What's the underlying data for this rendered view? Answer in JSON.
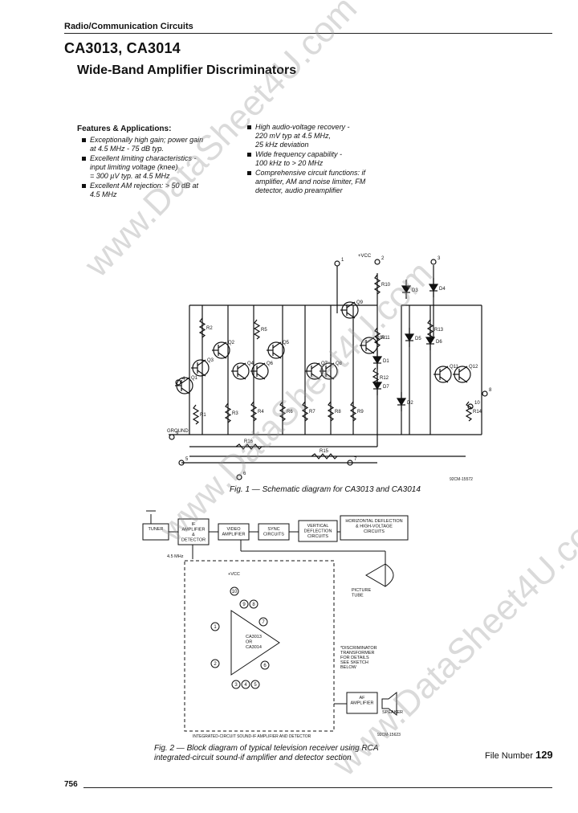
{
  "header": {
    "section": "Radio/Communication Circuits",
    "part_numbers": "CA3013, CA3014",
    "subtitle": "Wide-Band Amplifier Discriminators"
  },
  "features": {
    "heading": "Features & Applications:",
    "left": [
      "Exceptionally high gain; power gain\nat 4.5 MHz - 75 dB typ.",
      "Excellent limiting characteristics -\ninput limiting voltage (knee)\n= 300 µV typ. at 4.5 MHz",
      "Excellent AM rejection: > 50 dB at\n4.5 MHz"
    ],
    "right": [
      "High audio-voltage recovery -\n220 mV typ at 4.5 MHz,\n25 kHz deviation",
      "Wide frequency capability -\n100 kHz to > 20 MHz",
      "Comprehensive circuit functions: if\namplifier, AM and noise limiter, FM\ndetector, audio preamplifier"
    ]
  },
  "fig1": {
    "caption": "Fig. 1 — Schematic diagram for CA3013 and CA3014",
    "vcc": "+VCC",
    "ground": "GROUND",
    "code": "92CM-15572",
    "pins": [
      "1",
      "2",
      "3",
      "4",
      "5",
      "6",
      "7",
      "8",
      "9",
      "10"
    ],
    "transistors": [
      "Q1",
      "Q2",
      "Q3",
      "Q4",
      "Q5",
      "Q6",
      "Q7",
      "Q8",
      "Q9",
      "Q10",
      "Q11",
      "Q12"
    ],
    "resistors": [
      "R1",
      "R2",
      "R3",
      "R4",
      "R5",
      "R6",
      "R7",
      "R8",
      "R9",
      "R10",
      "R11",
      "R12",
      "R13",
      "R14",
      "R15",
      "R16"
    ],
    "diodes": [
      "D1",
      "D2",
      "D3",
      "D4",
      "D5",
      "D6",
      "D7"
    ]
  },
  "fig2": {
    "caption": "Fig. 2 — Block diagram of typical television receiver using RCA\nintegrated-circuit sound-if amplifier and detector section",
    "blocks": {
      "tuner": "TUNER",
      "if_amp": "IF\nAMPLIFIER\n&\nDETECTOR",
      "video_amp": "VIDEO\nAMPLIFIER",
      "sync": "SYNC\nCIRCUITS",
      "vertical": "VERTICAL\nDEFLECTION\nCIRCUITS",
      "horizontal": "HORIZONTAL DEFLECTION\n& HIGH-VOLTAGE\nCIRCUITS",
      "af_amp": "AF\nAMPLIFIER"
    },
    "freq": "4.5 MHz",
    "vcc": "+VCC",
    "ic_label": "CA3013\nOR\nCA3014",
    "picture_tube": "PICTURE\nTUBE",
    "transformer": "*DISCRIMINATOR\nTRANSFORMER\nFOR DETAILS\nSEE SKETCH\nBELOW",
    "speaker": "SPEAKER",
    "section_label": "INTEGRATED-CIRCUIT SOUND-IF AMPLIFIER AND DETECTOR",
    "code": "92CM-15623",
    "pins": [
      "1",
      "2",
      "3",
      "4",
      "5",
      "6",
      "7",
      "8",
      "9",
      "10"
    ]
  },
  "footer": {
    "file_number_label": "File Number",
    "file_number": "129",
    "page": "756"
  },
  "watermarks": [
    "www.DataSheet4U.com",
    "www.DataSheet4U.com",
    "www.DataSheet4U.com"
  ]
}
